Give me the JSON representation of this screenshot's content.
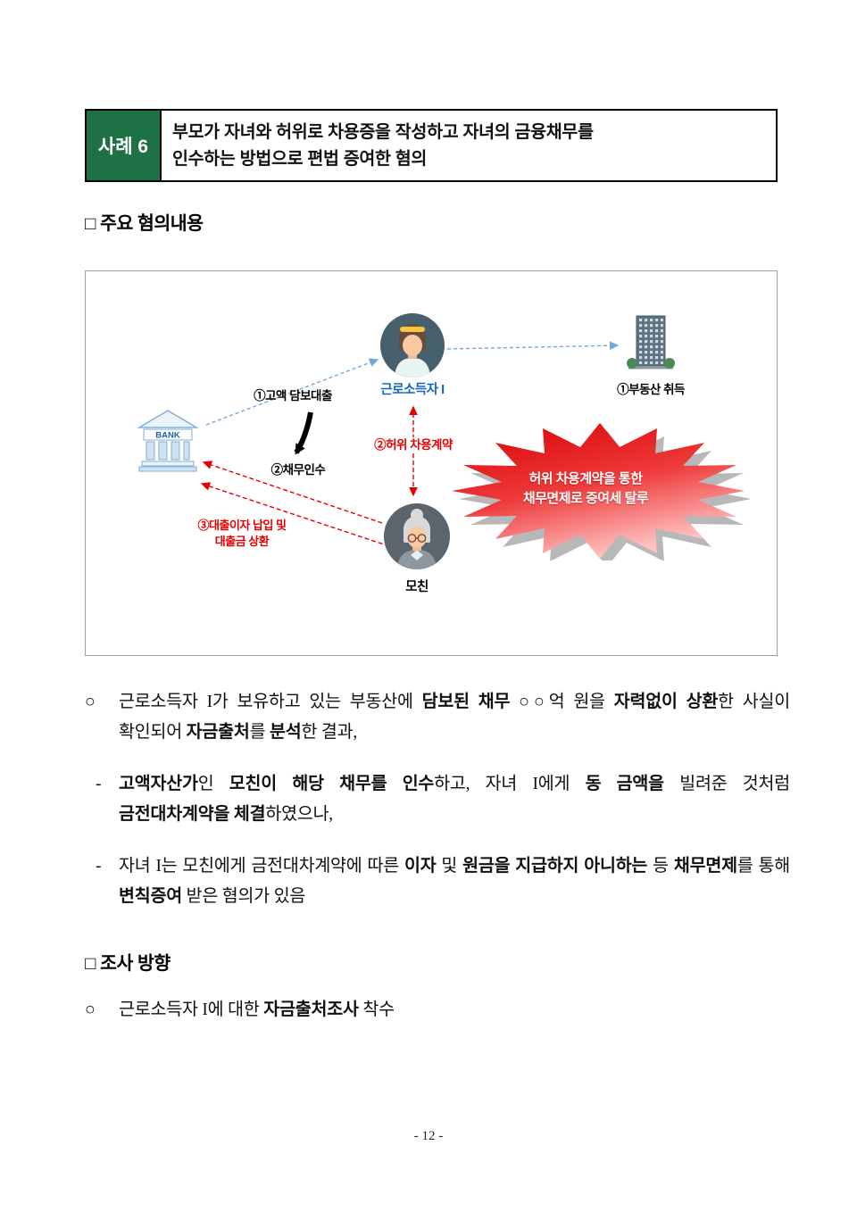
{
  "page": {
    "footer": "- 12 -"
  },
  "colors": {
    "header_green": "#1e7145",
    "diagram_red": "#e60000",
    "diagram_blue": "#6fa8dc",
    "worker_label_blue": "#1464c0",
    "starburst_red": "#dc0000"
  },
  "header": {
    "case_label": "사례 6",
    "title_line1": "부모가 자녀와 허위로 차용증을 작성하고 자녀의 금융채무를",
    "title_line2": "인수하는 방법으로 편법 증여한 혐의"
  },
  "headings": {
    "main": "□ 주요 혐의내용",
    "direction": "□ 조사 방향"
  },
  "diagram": {
    "bank_label": "BANK",
    "worker_label": "근로소득자 I",
    "property_label": "①부동산 취득",
    "mother_label": "모친",
    "loan_label": "①고액 담보대출",
    "debt_assume_label": "②채무인수",
    "false_contract_label": "②허위 차용계약",
    "repay_label_line1": "③대출이자 납입 및",
    "repay_label_line2": "대출금 상환",
    "starburst_line1": "허위 차용계약을 통한",
    "starburst_line2": "채무면제로 증여세 탈루"
  },
  "content": {
    "para1": {
      "bullet": "○",
      "segments": [
        {
          "text": "근로소득자 I가 보유하고 있는 부동산에 ",
          "bold": false
        },
        {
          "text": "담보된 채무",
          "bold": true
        },
        {
          "text": " ○○억 원을 ",
          "bold": false
        },
        {
          "text": "자력없이 상환",
          "bold": true
        },
        {
          "text": "한 사실이 확인되어 ",
          "bold": false
        },
        {
          "text": "자금출처",
          "bold": true
        },
        {
          "text": "를 ",
          "bold": false
        },
        {
          "text": "분석",
          "bold": true
        },
        {
          "text": "한 결과,",
          "bold": false
        }
      ]
    },
    "para2": {
      "bullet": "-",
      "segments": [
        {
          "text": "고액자산가",
          "bold": true
        },
        {
          "text": "인 ",
          "bold": false
        },
        {
          "text": "모친이 해당 채무를 인수",
          "bold": true
        },
        {
          "text": "하고, 자녀 I에게 ",
          "bold": false
        },
        {
          "text": "동 금액을",
          "bold": true
        },
        {
          "text": " 빌려준 것처럼 ",
          "bold": false
        },
        {
          "text": "금전대차계약을 체결",
          "bold": true
        },
        {
          "text": "하였으나,",
          "bold": false
        }
      ]
    },
    "para3": {
      "bullet": "-",
      "segments": [
        {
          "text": "자녀 I는 모친에게 금전대차계약에 따른 ",
          "bold": false
        },
        {
          "text": "이자",
          "bold": true
        },
        {
          "text": " 및 ",
          "bold": false
        },
        {
          "text": "원금을 지급하지 아니하는",
          "bold": true
        },
        {
          "text": " 등 ",
          "bold": false
        },
        {
          "text": "채무면제",
          "bold": true
        },
        {
          "text": "를 통해 ",
          "bold": false
        },
        {
          "text": "변칙증여",
          "bold": true
        },
        {
          "text": " 받은 혐의가 있음",
          "bold": false
        }
      ]
    },
    "direction_item": {
      "bullet": "○",
      "segments": [
        {
          "text": "근로소득자 I에 대한 ",
          "bold": false
        },
        {
          "text": "자금출처조사",
          "bold": true
        },
        {
          "text": " 착수",
          "bold": false
        }
      ]
    }
  }
}
